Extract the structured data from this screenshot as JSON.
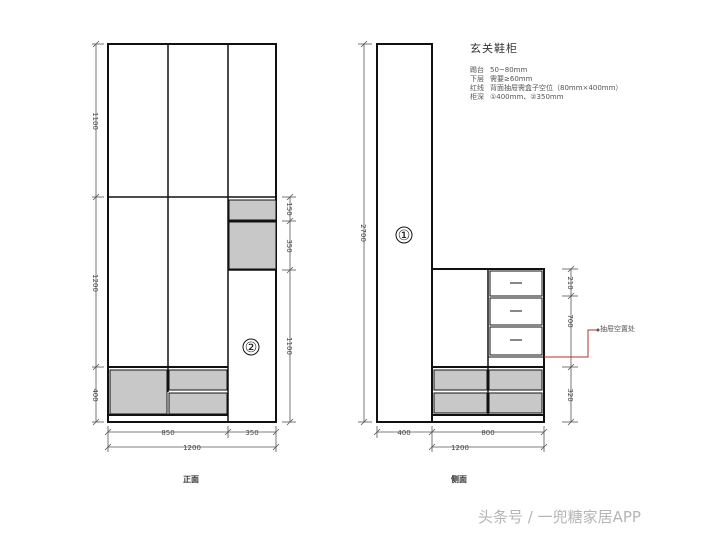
{
  "notes": {
    "title": "玄关鞋柜",
    "rows": [
      {
        "key": "踢台",
        "value": "50~80mm"
      },
      {
        "key": "下层",
        "value": "需要≥60mm"
      },
      {
        "key": "红线",
        "value": "背面抽屉需盒子空位（80mm×400mm）"
      },
      {
        "key": "柜深",
        "value": "①400mm、②350mm"
      }
    ]
  },
  "front": {
    "caption": "正面",
    "marker": "②",
    "dims": {
      "h_top": "1100",
      "h_mid": "1200",
      "h_bot": "400",
      "h_r1": "150",
      "h_r2": "350",
      "h_r3": "1100",
      "w_left": "850",
      "w_right": "350",
      "w_total": "1200"
    }
  },
  "side": {
    "caption": "侧面",
    "marker": "①",
    "callout": "抽屉空置处",
    "dims": {
      "h_total": "2700",
      "h_d1": "210",
      "h_d2": "700",
      "h_d3": "320",
      "w_left": "400",
      "w_right": "800",
      "w_total": "1200"
    }
  },
  "watermark": "头条号 / 一兜糖家居APP",
  "colors": {
    "shelf": "#c8c8c8",
    "line": "#111111",
    "dim": "#555555",
    "callout": "#b03030"
  }
}
